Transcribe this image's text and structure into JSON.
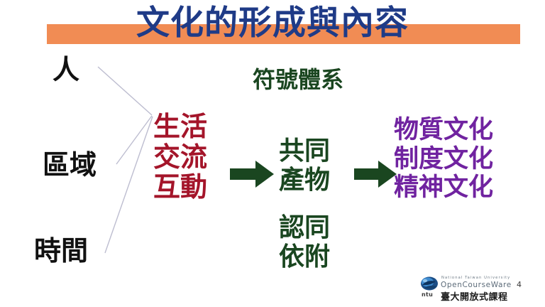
{
  "slide": {
    "page_number": "4",
    "title": "文化的形成與內容",
    "title_color": "#1F3B87",
    "title_band_color": "#F18C54"
  },
  "inputs": {
    "label_color": "#111111",
    "items": [
      {
        "label": "人"
      },
      {
        "label": "區域"
      },
      {
        "label": "時間"
      }
    ]
  },
  "process": {
    "color": "#A4152A",
    "lines": [
      "生活",
      "交流",
      "互動"
    ]
  },
  "symbol_system": {
    "label": "符號體系",
    "color": "#1A4620"
  },
  "outcome": {
    "color": "#1A4620",
    "group_1": [
      "共同",
      "產物"
    ],
    "group_2": [
      "認同",
      "依附"
    ]
  },
  "culture_types": {
    "color": "#7023A0",
    "lines": [
      "物質文化",
      "制度文化",
      "精神文化"
    ]
  },
  "arrows": {
    "color": "#1A4620",
    "first_name": "arrow-right-process-to-outcome",
    "second_name": "arrow-right-outcome-to-culture"
  },
  "footer": {
    "ntu_mark": "ntu",
    "university_line": "National Taiwan University",
    "ocw_line": "OpenCourseWare",
    "ocw_cjk": "臺大開放式課程"
  }
}
